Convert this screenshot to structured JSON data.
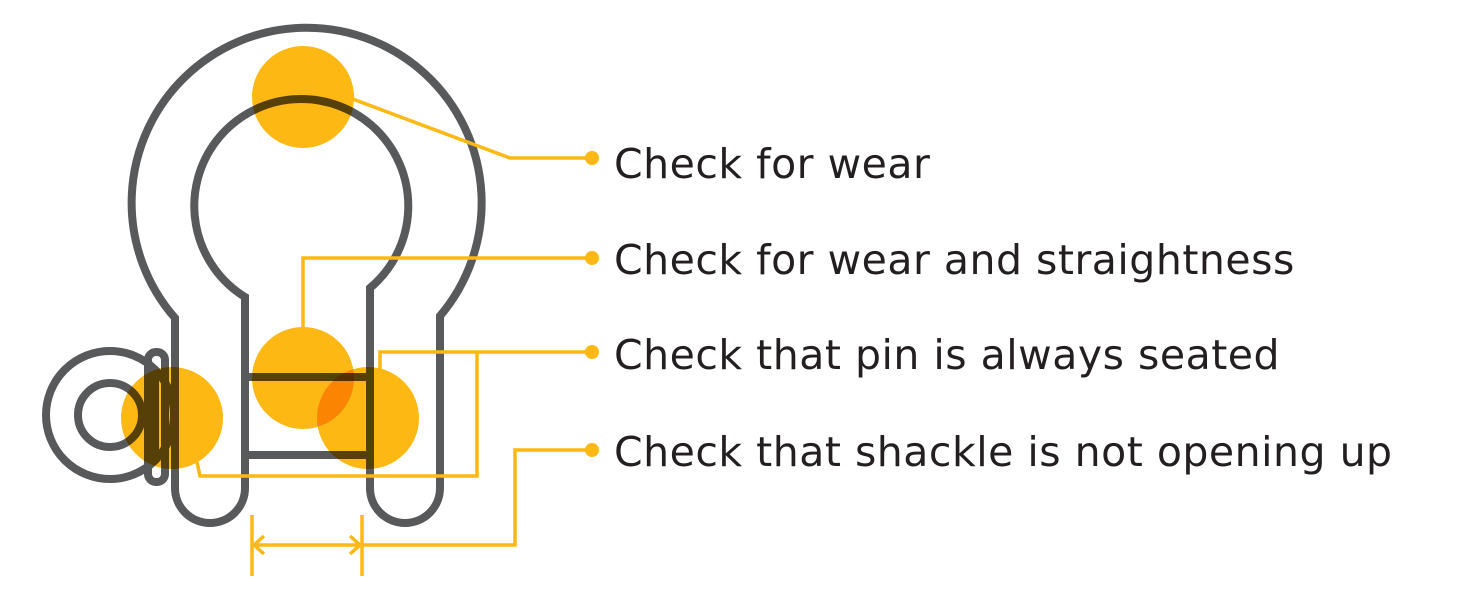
{
  "colors": {
    "outline": "#58595b",
    "highlight": "#fdb813",
    "text": "#231f20"
  },
  "labels": [
    "Check for wear",
    "Check for wear and straightness",
    "Check that pin is always seated",
    "Check that shackle is not opening up"
  ]
}
